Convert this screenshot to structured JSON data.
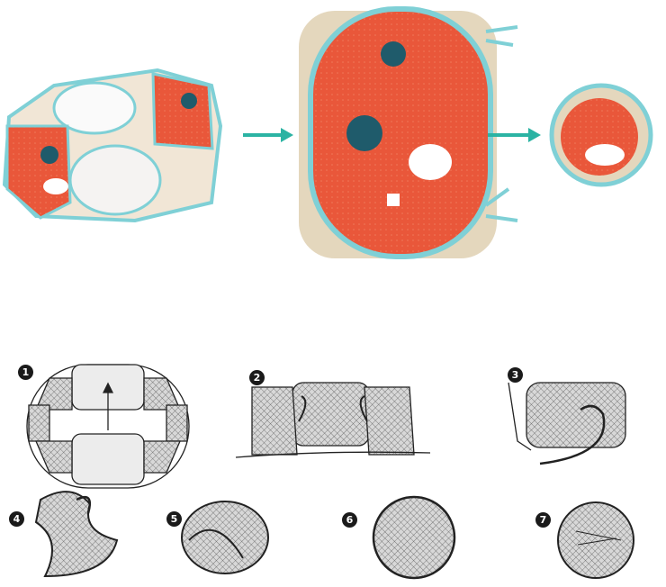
{
  "colors": {
    "accent": "#2bb3a3",
    "fabric": "#e9573a",
    "trim": "#7fd0d6",
    "mesh": "#f3efe9"
  },
  "steps": [
    {
      "number": "1"
    },
    {
      "number": "2"
    },
    {
      "number": "3"
    },
    {
      "number": "4"
    },
    {
      "number": "5"
    },
    {
      "number": "6"
    },
    {
      "number": "7"
    }
  ]
}
